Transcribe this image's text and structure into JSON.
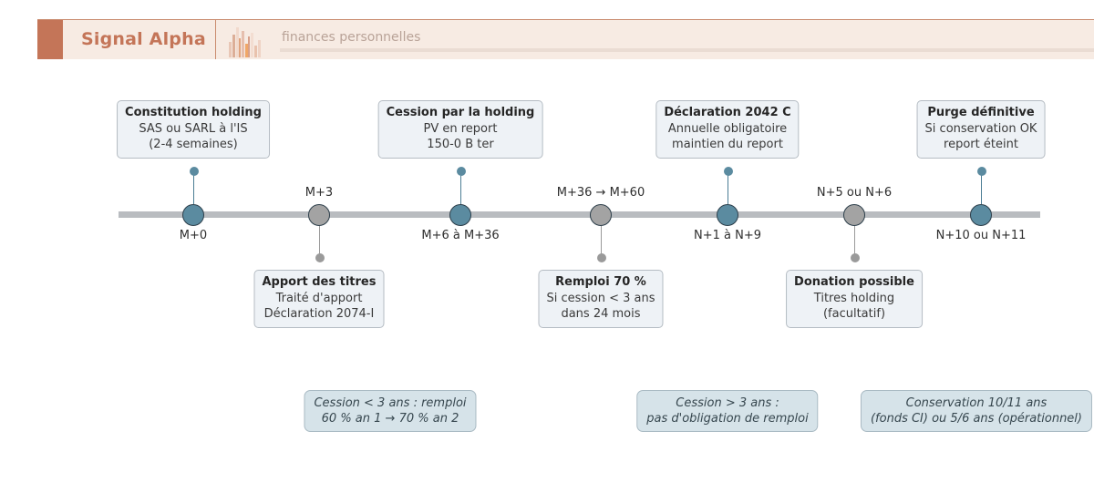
{
  "header": {
    "brand": "Signal Alpha",
    "subtitle": "finances personnelles"
  },
  "colors": {
    "brand": "#c47558",
    "header_bg": "#f7ebe3",
    "node_blue": "#5b8ba0",
    "node_grey": "#a3a3a3",
    "axis": "#b9bcc0",
    "card_bg": "#eef2f6",
    "note_bg": "#d6e3e9"
  },
  "timeline": {
    "milestones": [
      {
        "label": "M+0",
        "card": {
          "title": "Constitution holding",
          "lines": [
            "SAS ou SARL à l'IS",
            "(2-4 semaines)"
          ]
        }
      },
      {
        "label": "M+3",
        "card": {
          "title": "Apport des titres",
          "lines": [
            "Traité d'apport",
            "Déclaration 2074-I"
          ]
        }
      },
      {
        "label": "M+6 à M+36",
        "card": {
          "title": "Cession par la holding",
          "lines": [
            "PV en report",
            "150-0 B ter"
          ]
        }
      },
      {
        "label": "M+36 → M+60",
        "card": {
          "title": "Remploi 70 %",
          "lines": [
            "Si cession < 3 ans",
            "dans 24 mois"
          ]
        }
      },
      {
        "label": "N+1 à N+9",
        "card": {
          "title": "Déclaration 2042 C",
          "lines": [
            "Annuelle obligatoire",
            "maintien du report"
          ]
        }
      },
      {
        "label": "N+5 ou N+6",
        "card": {
          "title": "Donation possible",
          "lines": [
            "Titres holding",
            "(facultatif)"
          ]
        }
      },
      {
        "label": "N+10 ou N+11",
        "card": {
          "title": "Purge définitive",
          "lines": [
            "Si conservation OK",
            "report éteint"
          ]
        }
      }
    ],
    "notes": [
      {
        "lines": [
          "Cession < 3 ans : remploi",
          "60 % an 1 → 70 % an 2"
        ]
      },
      {
        "lines": [
          "Cession > 3 ans :",
          "pas d'obligation de remploi"
        ]
      },
      {
        "lines": [
          "Conservation 10/11 ans",
          "(fonds CI) ou 5/6 ans (opérationnel)"
        ]
      }
    ]
  }
}
